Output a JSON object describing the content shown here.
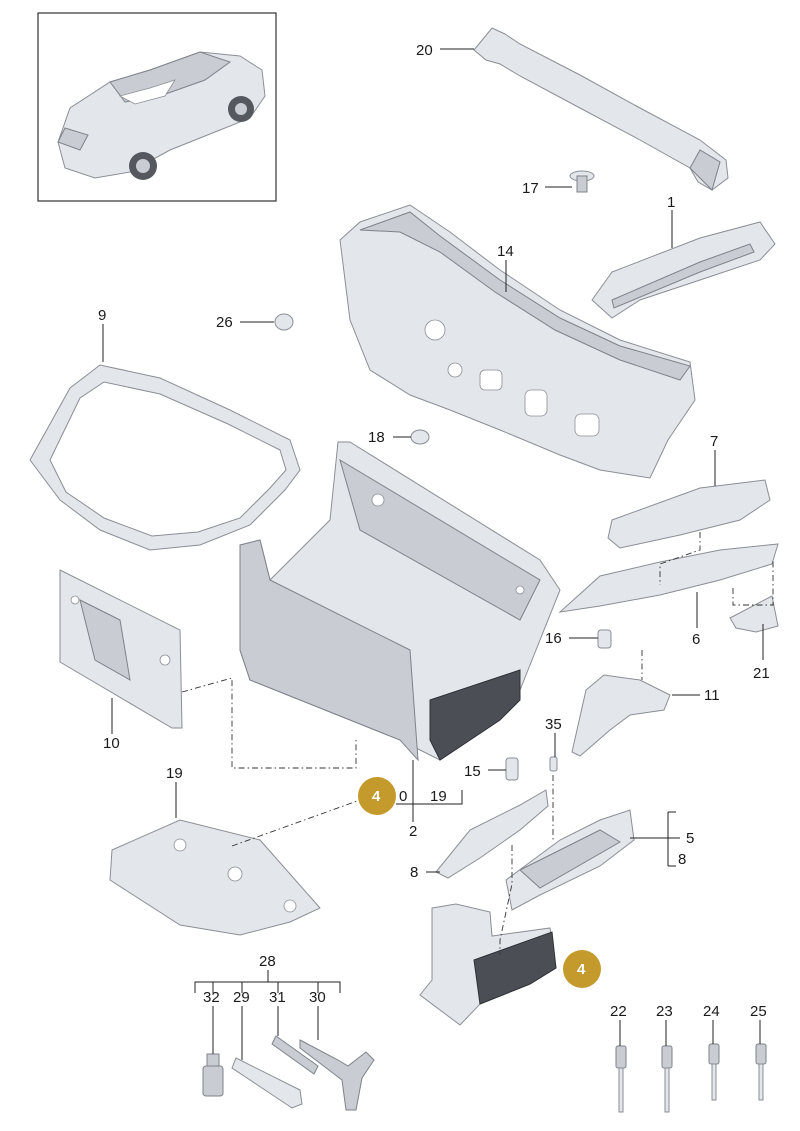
{
  "labels": {
    "p1": "1",
    "p2": "2",
    "p5": "5",
    "p6": "6",
    "p7": "7",
    "p8a": "8",
    "p8b": "8",
    "p9": "9",
    "p10a": "10",
    "p11": "11",
    "p14": "14",
    "p15": "15",
    "p16": "16",
    "p17": "17",
    "p18": "18",
    "p19a": "19",
    "p19b": "19",
    "p20": "20",
    "p21": "21",
    "p22": "22",
    "p23": "23",
    "p24": "24",
    "p25": "25",
    "p26": "26",
    "p28": "28",
    "p29": "29",
    "p30": "30",
    "p31": "31",
    "p32": "32",
    "p35": "35",
    "p10b": "0"
  },
  "badges": {
    "badge1": "4",
    "badge2": "4"
  },
  "colors": {
    "badge": "#c49a2c",
    "part_fill": "#e3e6ea",
    "part_dark": "#4b4f55"
  }
}
